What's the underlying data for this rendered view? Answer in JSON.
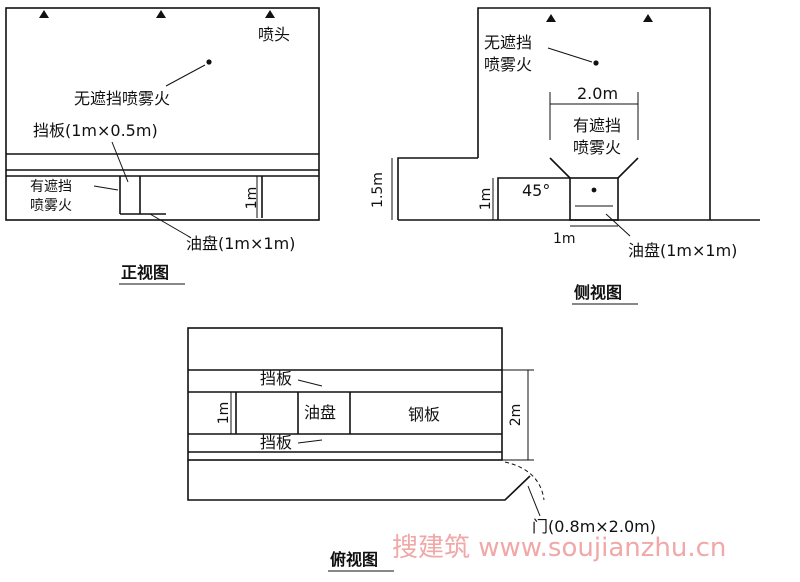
{
  "front": {
    "nozzle": "喷头",
    "unshielded_fire": "无遮挡喷雾火",
    "baffle": "挡板(1m×0.5m)",
    "shielded_fire_l1": "有遮挡",
    "shielded_fire_l2": "喷雾火",
    "height_1m": "1m",
    "oil_pan": "油盘(1m×1m)",
    "caption": "正视图"
  },
  "side": {
    "unshielded_l1": "无遮挡",
    "unshielded_l2": "喷雾火",
    "width_2m": "2.0m",
    "shielded_l1": "有遮挡",
    "shielded_l2": "喷雾火",
    "height_1_5m": "1.5m",
    "height_1m": "1m",
    "angle": "45°",
    "depth_1m": "1m",
    "oil_pan": "油盘(1m×1m)",
    "caption": "侧视图"
  },
  "top": {
    "baffle_top": "挡板",
    "baffle_bottom": "挡板",
    "dim_1m": "1m",
    "oil_pan": "油盘",
    "steel_plate": "钢板",
    "dim_2m": "2m",
    "door": "门(0.8m×2.0m)",
    "caption": "俯视图"
  },
  "watermark": "搜建筑 www.soujianzhu.cn"
}
